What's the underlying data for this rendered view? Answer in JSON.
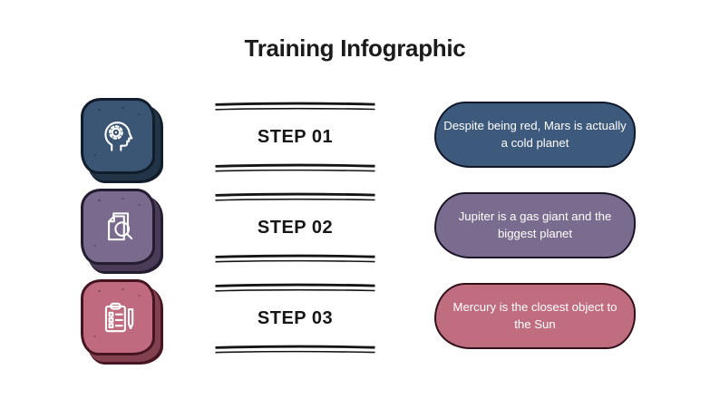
{
  "title": "Training Infographic",
  "background": "#ffffff",
  "title_color": "#1b1b1b",
  "fact_text_color": "#ffffff",
  "steps": [
    {
      "label": "STEP 01",
      "fact": "Despite being red, Mars is actually\na cold planet",
      "icon": "head-gear-icon",
      "colors": {
        "face": "#3a5674",
        "depth": "#223448",
        "faceOutline": "#121d2b",
        "pill": "#3d5a7d",
        "pillOutline": "#10192b"
      }
    },
    {
      "label": "STEP 02",
      "fact": "Jupiter is a gas giant and the\nbiggest planet",
      "icon": "document-search-icon",
      "colors": {
        "face": "#7a6b8e",
        "depth": "#4a3c58",
        "faceOutline": "#241c31",
        "pill": "#7a6c8e",
        "pillOutline": "#1d1428"
      }
    },
    {
      "label": "STEP 03",
      "fact": "Mercury is the closest object to\nthe Sun",
      "icon": "clipboard-pen-icon",
      "colors": {
        "face": "#bf6a7e",
        "depth": "#83414f",
        "faceOutline": "#451622",
        "pill": "#c06d80",
        "pillOutline": "#330f1a"
      }
    }
  ]
}
